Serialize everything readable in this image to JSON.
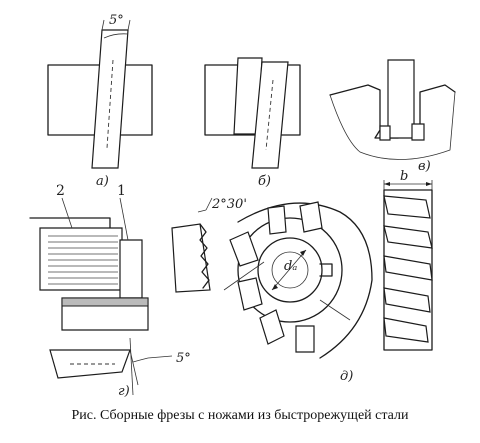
{
  "caption": "Рис.  Сборные фрезы с ножами из быстрорежущей стали",
  "views": {
    "a": {
      "label": "а)",
      "angle": "5°"
    },
    "b": {
      "label": "б)"
    },
    "c": {
      "label": "в)"
    },
    "d": {
      "label": "г)",
      "part1": "1",
      "part2": "2",
      "angle": "5°"
    },
    "e": {
      "label": "д)",
      "angle": "2°30'",
      "bore_label": "dₐ",
      "width_label": "b"
    }
  }
}
